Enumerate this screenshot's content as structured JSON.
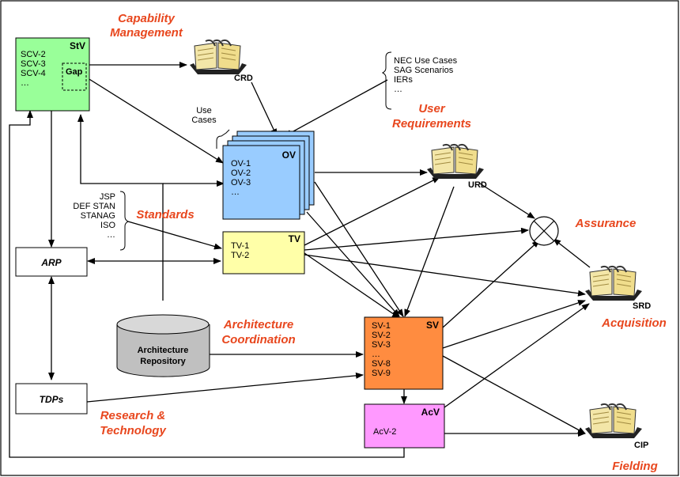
{
  "stv": {
    "title": "StV",
    "items": [
      "SCV-2",
      "SCV-3",
      "SCV-4",
      "…"
    ],
    "gap": "Gap"
  },
  "capability_management": [
    "Capability",
    "Management"
  ],
  "crd": "CRD",
  "user_inputs": [
    "NEC Use Cases",
    "SAG Scenarios",
    "IERs",
    "…"
  ],
  "user_requirements": [
    "User",
    "Requirements"
  ],
  "use_cases": [
    "Use",
    "Cases"
  ],
  "ov": {
    "title": "OV",
    "items": [
      "OV-1",
      "OV-2",
      "OV-3",
      "…"
    ]
  },
  "urd": "URD",
  "standards_list": [
    "JSP",
    "DEF STAN",
    "STANAG",
    "ISO",
    "…"
  ],
  "standards": "Standards",
  "tv": {
    "title": "TV",
    "items": [
      "TV-1",
      "TV-2"
    ]
  },
  "assurance": "Assurance",
  "arp": "ARP",
  "srd": "SRD",
  "acquisition": "Acquisition",
  "architecture_coordination": [
    "Architecture",
    "Coordination"
  ],
  "repository": [
    "Architecture",
    "Repository"
  ],
  "sv": {
    "title": "SV",
    "items": [
      "SV-1",
      "SV-2",
      "SV-3",
      "…",
      "SV-8",
      "SV-9"
    ]
  },
  "tdps": "TDPs",
  "research_technology": [
    "Research &",
    "Technology"
  ],
  "acv": {
    "title": "AcV",
    "items": [
      "AcV-2"
    ]
  },
  "cip": "CIP",
  "fielding": "Fielding",
  "colors": {
    "stv": "#99ff99",
    "ov": "#99ccff",
    "tv": "#ffffa8",
    "sv": "#ff8c40",
    "acv": "#ff99ff",
    "repo": "#c0c0c0",
    "label": "#e8471e"
  }
}
